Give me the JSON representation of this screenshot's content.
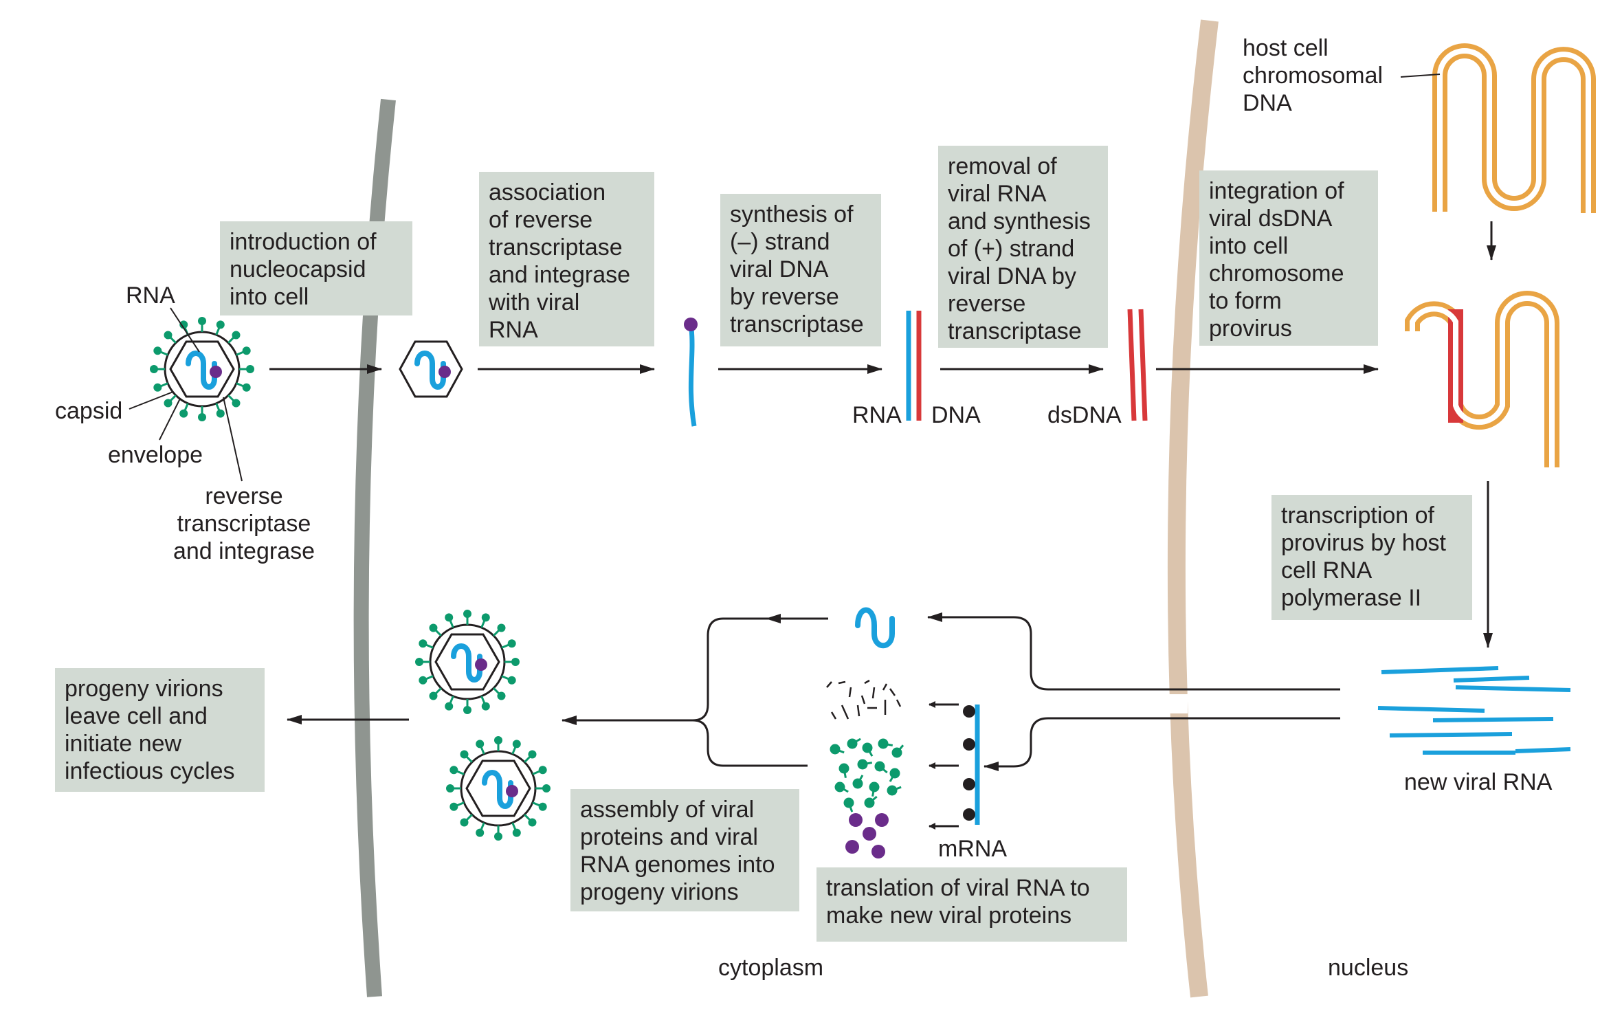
{
  "steps": {
    "introduction": "introduction of\nnucleocapsid\ninto cell",
    "association": "association\nof reverse\ntranscriptase\nand integrase\nwith viral\nRNA",
    "synthesis_minus": "synthesis of\n(–) strand\nviral DNA\nby reverse\ntranscriptase",
    "removal": "removal of\nviral RNA\nand synthesis\nof (+) strand\nviral DNA by\nreverse\ntranscriptase",
    "integration": "integration of\nviral dsDNA\ninto cell\nchromosome\nto form\nprovirus",
    "transcription": "transcription of\nprovirus by host\ncell RNA\npolymerase II",
    "translation": "translation of viral RNA to\nmake new viral proteins",
    "assembly": "assembly of viral\nproteins and viral\nRNA genomes into\nprogeny virions",
    "progeny": "progeny virions\nleave cell and\ninitiate new\ninfectious cycles"
  },
  "labels": {
    "rna": "RNA",
    "capsid": "capsid",
    "envelope": "envelope",
    "reverse_transcriptase": "reverse\ntranscriptase\nand integrase",
    "rna2": "RNA",
    "dna": "DNA",
    "dsdna": "dsDNA",
    "host_dna": "host cell\nchromosomal\nDNA",
    "new_viral_rna": "new viral RNA",
    "mrna": "mRNA",
    "cytoplasm": "cytoplasm",
    "nucleus": "nucleus"
  },
  "colors": {
    "box_bg": "#d2dad3",
    "plasma_membrane": "#8f9590",
    "nuclear_membrane": "#dbc4ad",
    "viral_rna": "#1aa0dc",
    "viral_dna": "#d8383a",
    "host_dna": "#e9a444",
    "spike": "#0c9a6c",
    "enzyme": "#6a2c8a",
    "arrow": "#231f20"
  }
}
